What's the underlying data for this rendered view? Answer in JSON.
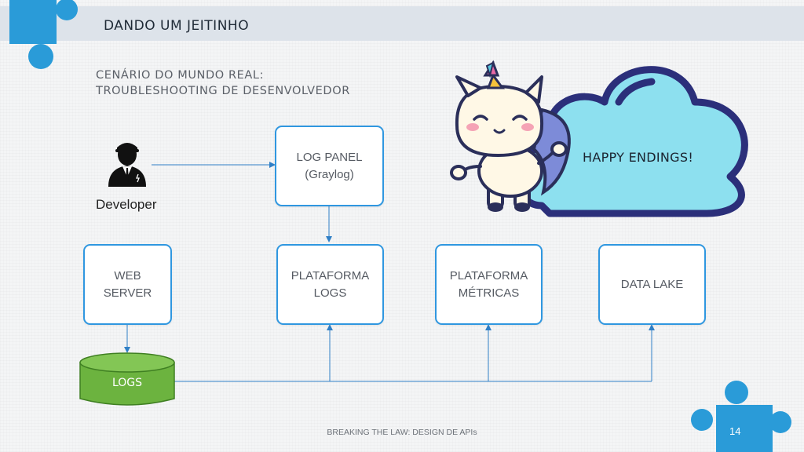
{
  "header": {
    "title": "DANDO UM JEITINHO"
  },
  "scenario": {
    "line1": "CENÁRIO DO MUNDO REAL:",
    "line2": "TROUBLESHOOTING DE DESENVOLVEDOR"
  },
  "developer": {
    "label": "Developer",
    "icon": "developer-person-icon"
  },
  "boxes": {
    "log_panel": "LOG PANEL\n(Graylog)",
    "web_server": "WEB\nSERVER",
    "plataforma_logs": "PLATAFORMA\nLOGS",
    "plataforma_metricas": "PLATAFORMA\nMÉTRICAS",
    "data_lake": "DATA LAKE"
  },
  "logs_store": {
    "label": "LOGS"
  },
  "callout": {
    "label": "HAPPY ENDINGS!",
    "icon": "unicorn-illustration"
  },
  "footer": {
    "text": "BREAKING THE LAW: DESIGN DE APIs",
    "page": "14"
  },
  "colors": {
    "accent": "#2f97e0",
    "puzzle": "#2a9bd8",
    "cylinder": "#6cb33f",
    "cloud": "#8de0ef",
    "cloud_outline": "#2b2f7a"
  }
}
